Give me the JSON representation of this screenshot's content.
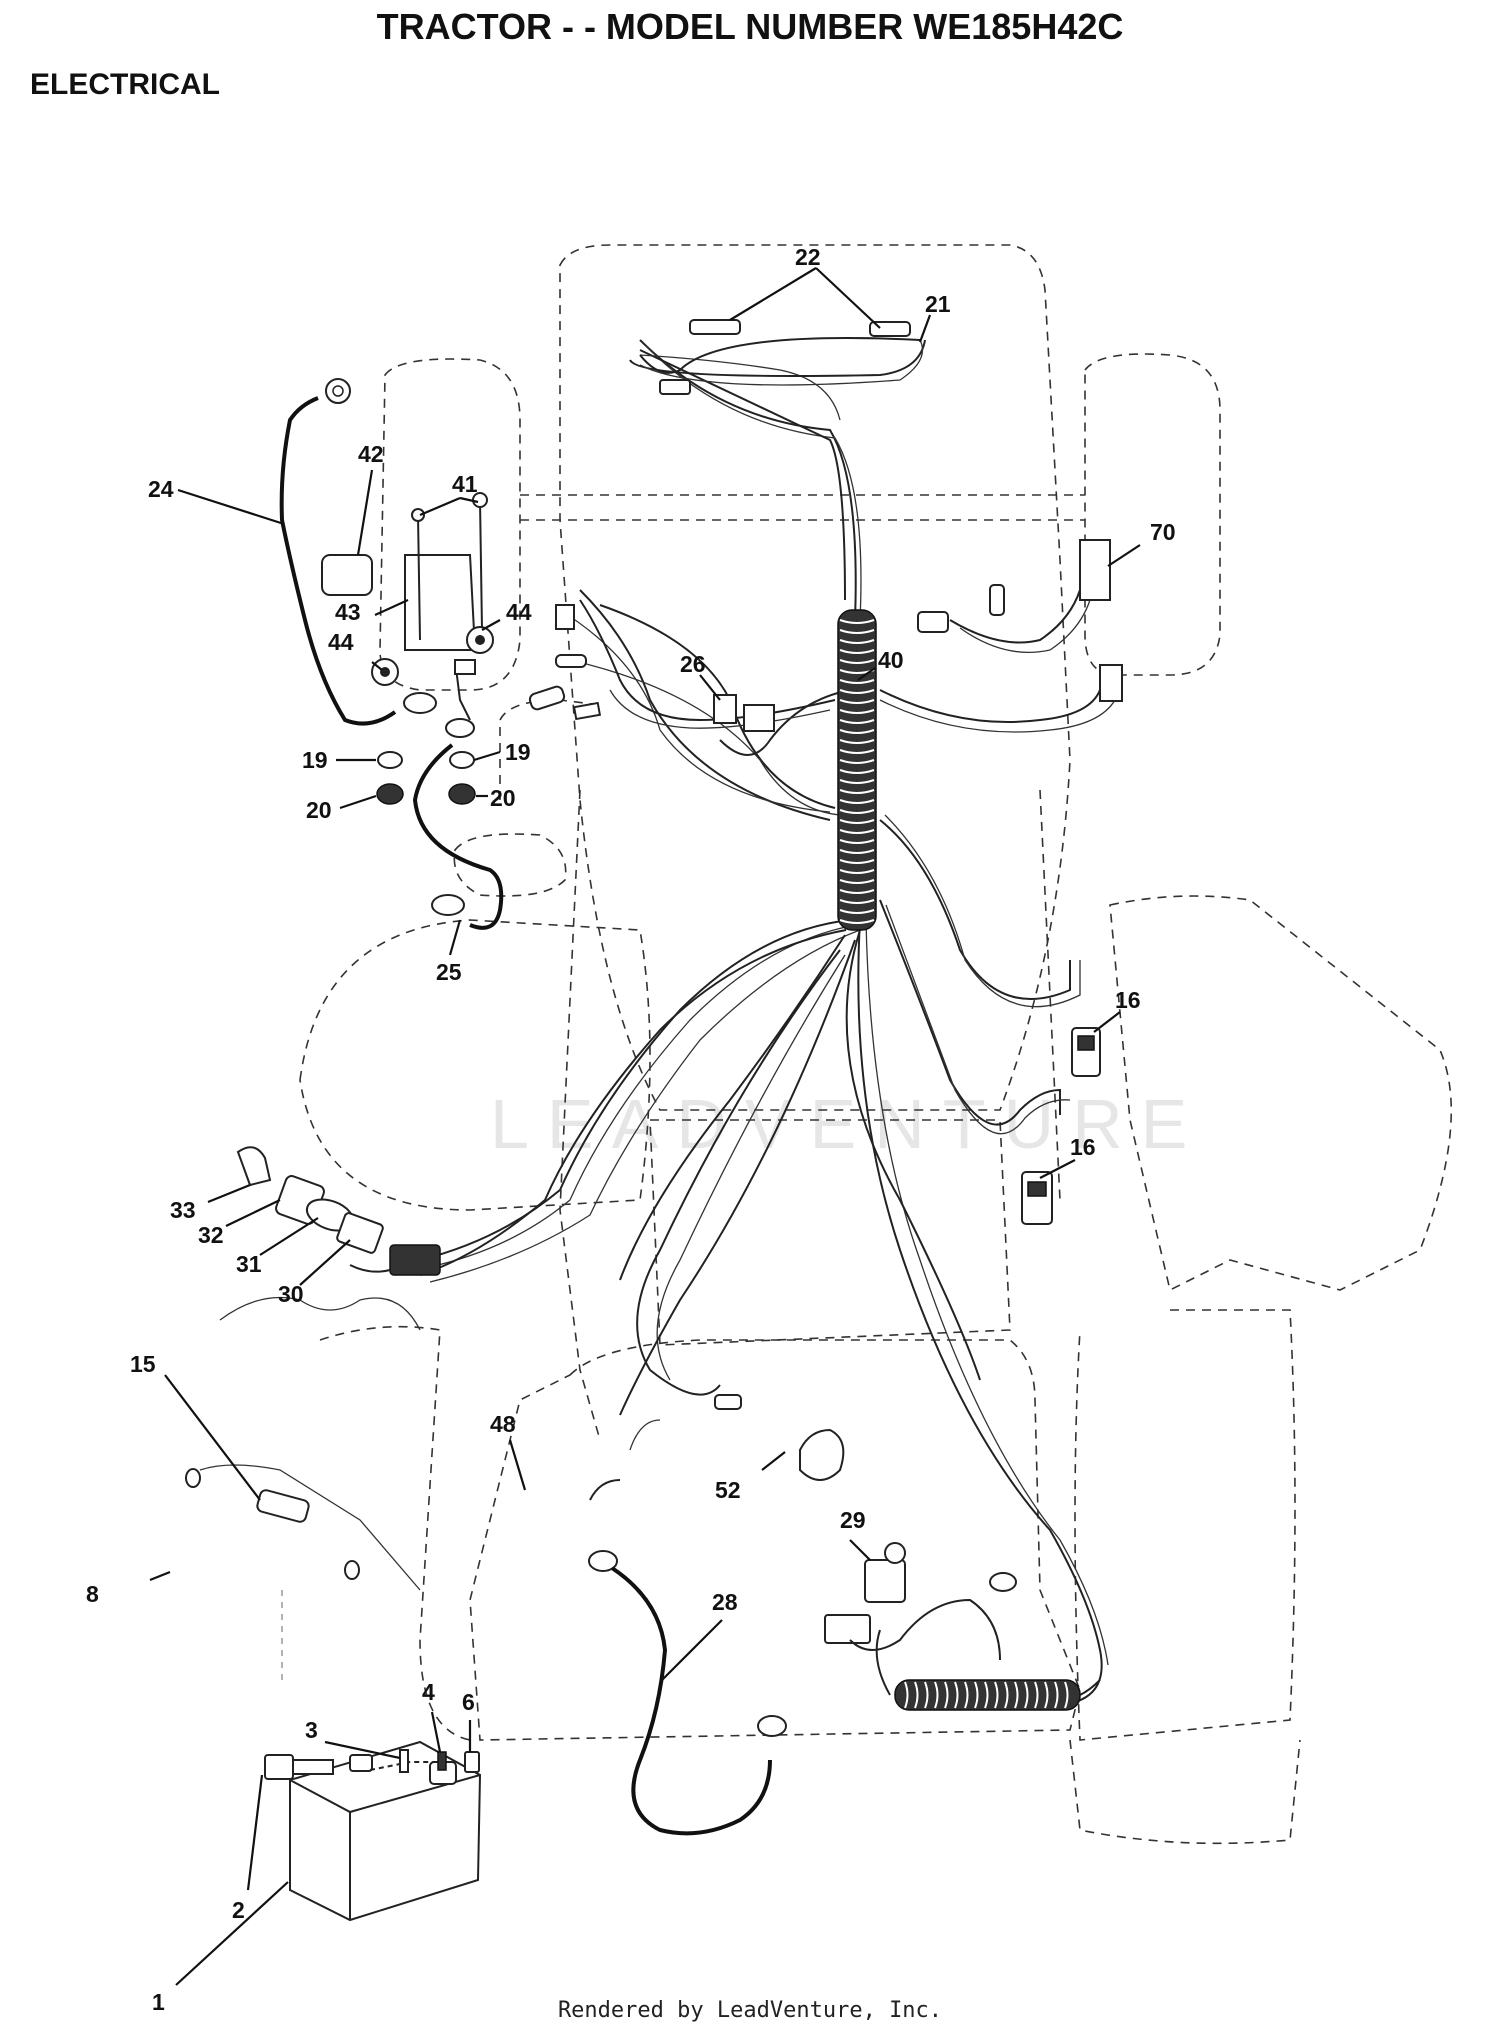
{
  "header": {
    "title": "TRACTOR - - MODEL NUMBER WE185H42C",
    "section": "ELECTRICAL"
  },
  "footer": {
    "credit": "Rendered by LeadVenture, Inc."
  },
  "watermark": {
    "text": "LEADVENTURE"
  },
  "callouts": [
    {
      "id": "22",
      "label": "22"
    },
    {
      "id": "21",
      "label": "21"
    },
    {
      "id": "24",
      "label": "24"
    },
    {
      "id": "42",
      "label": "42"
    },
    {
      "id": "41",
      "label": "41"
    },
    {
      "id": "70",
      "label": "70"
    },
    {
      "id": "43",
      "label": "43"
    },
    {
      "id": "44a",
      "label": "44"
    },
    {
      "id": "44b",
      "label": "44"
    },
    {
      "id": "26",
      "label": "26"
    },
    {
      "id": "40",
      "label": "40"
    },
    {
      "id": "19a",
      "label": "19"
    },
    {
      "id": "19b",
      "label": "19"
    },
    {
      "id": "20a",
      "label": "20"
    },
    {
      "id": "20b",
      "label": "20"
    },
    {
      "id": "25",
      "label": "25"
    },
    {
      "id": "16a",
      "label": "16"
    },
    {
      "id": "16b",
      "label": "16"
    },
    {
      "id": "33",
      "label": "33"
    },
    {
      "id": "32",
      "label": "32"
    },
    {
      "id": "31",
      "label": "31"
    },
    {
      "id": "30",
      "label": "30"
    },
    {
      "id": "15",
      "label": "15"
    },
    {
      "id": "48",
      "label": "48"
    },
    {
      "id": "52",
      "label": "52"
    },
    {
      "id": "29",
      "label": "29"
    },
    {
      "id": "8",
      "label": "8"
    },
    {
      "id": "28",
      "label": "28"
    },
    {
      "id": "4",
      "label": "4"
    },
    {
      "id": "6",
      "label": "6"
    },
    {
      "id": "3",
      "label": "3"
    },
    {
      "id": "2",
      "label": "2"
    },
    {
      "id": "1",
      "label": "1"
    }
  ]
}
